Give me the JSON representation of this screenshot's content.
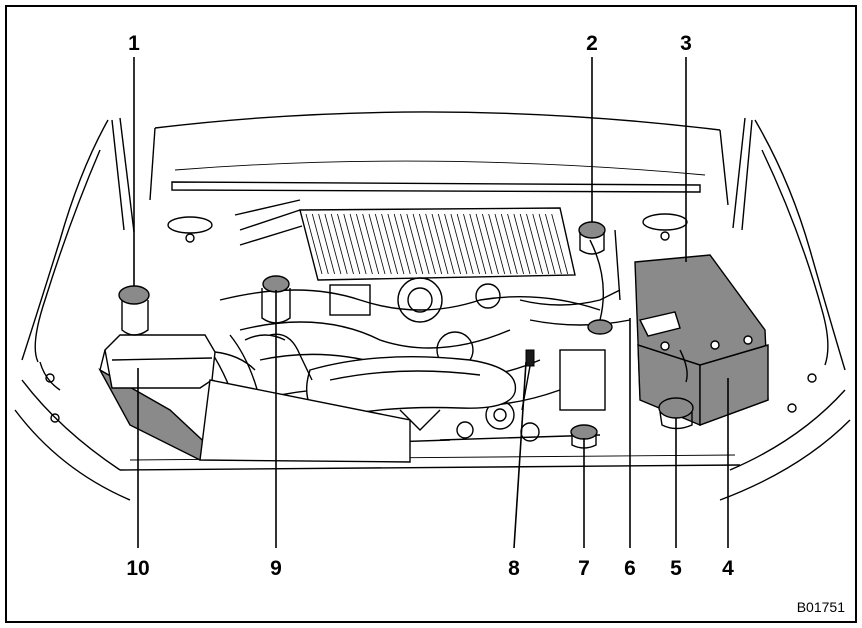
{
  "figure_code": "B01751",
  "callouts": [
    "1",
    "2",
    "3",
    "4",
    "5",
    "6",
    "7",
    "8",
    "9",
    "10"
  ]
}
